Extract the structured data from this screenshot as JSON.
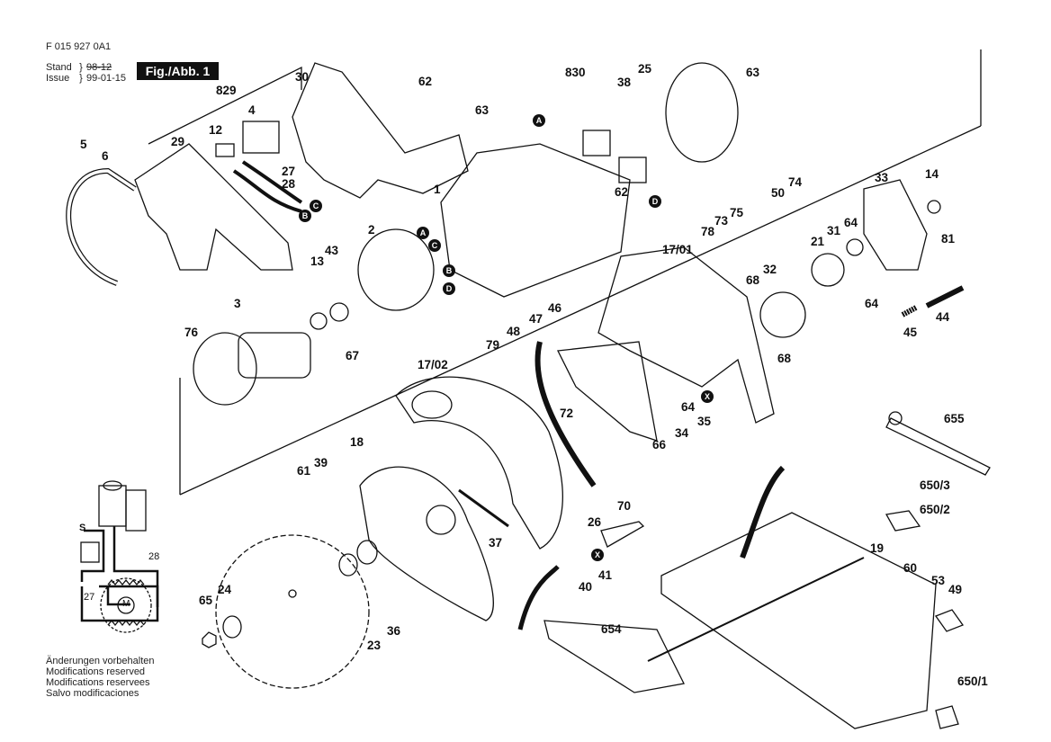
{
  "header": {
    "doc_code": "F 015 927 0A1",
    "stand_label": "Stand",
    "issue_label": "Issue",
    "stand_value": "98-12",
    "issue_value": "99-01-15",
    "figure_badge": "Fig./Abb. 1"
  },
  "notes": [
    "Änderungen vorbehalten",
    "Modifications reserved",
    "Modifications reservees",
    "Salvo modificaciones"
  ],
  "connectors": [
    "A",
    "B",
    "C",
    "D",
    "X"
  ],
  "part_labels": {
    "p829": "829",
    "p30": "30",
    "p29": "29",
    "p4": "4",
    "p12": "12",
    "p5": "5",
    "p6": "6",
    "p27": "27",
    "p28": "28",
    "p62a": "62",
    "p63a": "63",
    "p830": "830",
    "p25": "25",
    "p38": "38",
    "p63b": "63",
    "p1": "1",
    "p62b": "62",
    "p2": "2",
    "p13": "13",
    "p43": "43",
    "p3": "3",
    "p76": "76",
    "p67": "67",
    "p74": "74",
    "p50": "50",
    "p75": "75",
    "p73": "73",
    "p78": "78",
    "p33": "33",
    "p14": "14",
    "p64a": "64",
    "p81": "81",
    "p31": "31",
    "p21": "21",
    "p32": "32",
    "p68a": "68",
    "p64b": "64",
    "p44": "44",
    "p45": "45",
    "p1701": "17/01",
    "p46": "46",
    "p47": "47",
    "p48": "48",
    "p79": "79",
    "p72": "72",
    "p68b": "68",
    "p64c": "64",
    "p35": "35",
    "p34": "34",
    "p66": "66",
    "p1702": "17/02",
    "p18": "18",
    "p39": "39",
    "p61": "61",
    "p37": "37",
    "p36": "36",
    "p23": "23",
    "p24": "24",
    "p65": "65",
    "p70": "70",
    "p26": "26",
    "p41": "41",
    "p40": "40",
    "p654": "654",
    "p655": "655",
    "p6503": "650/3",
    "p6502": "650/2",
    "p19": "19",
    "p60": "60",
    "p53": "53",
    "p49": "49",
    "p6501": "650/1"
  },
  "wiring": {
    "label_s": "S",
    "label_27": "27",
    "label_28": "28",
    "motor_symbol": "M"
  }
}
